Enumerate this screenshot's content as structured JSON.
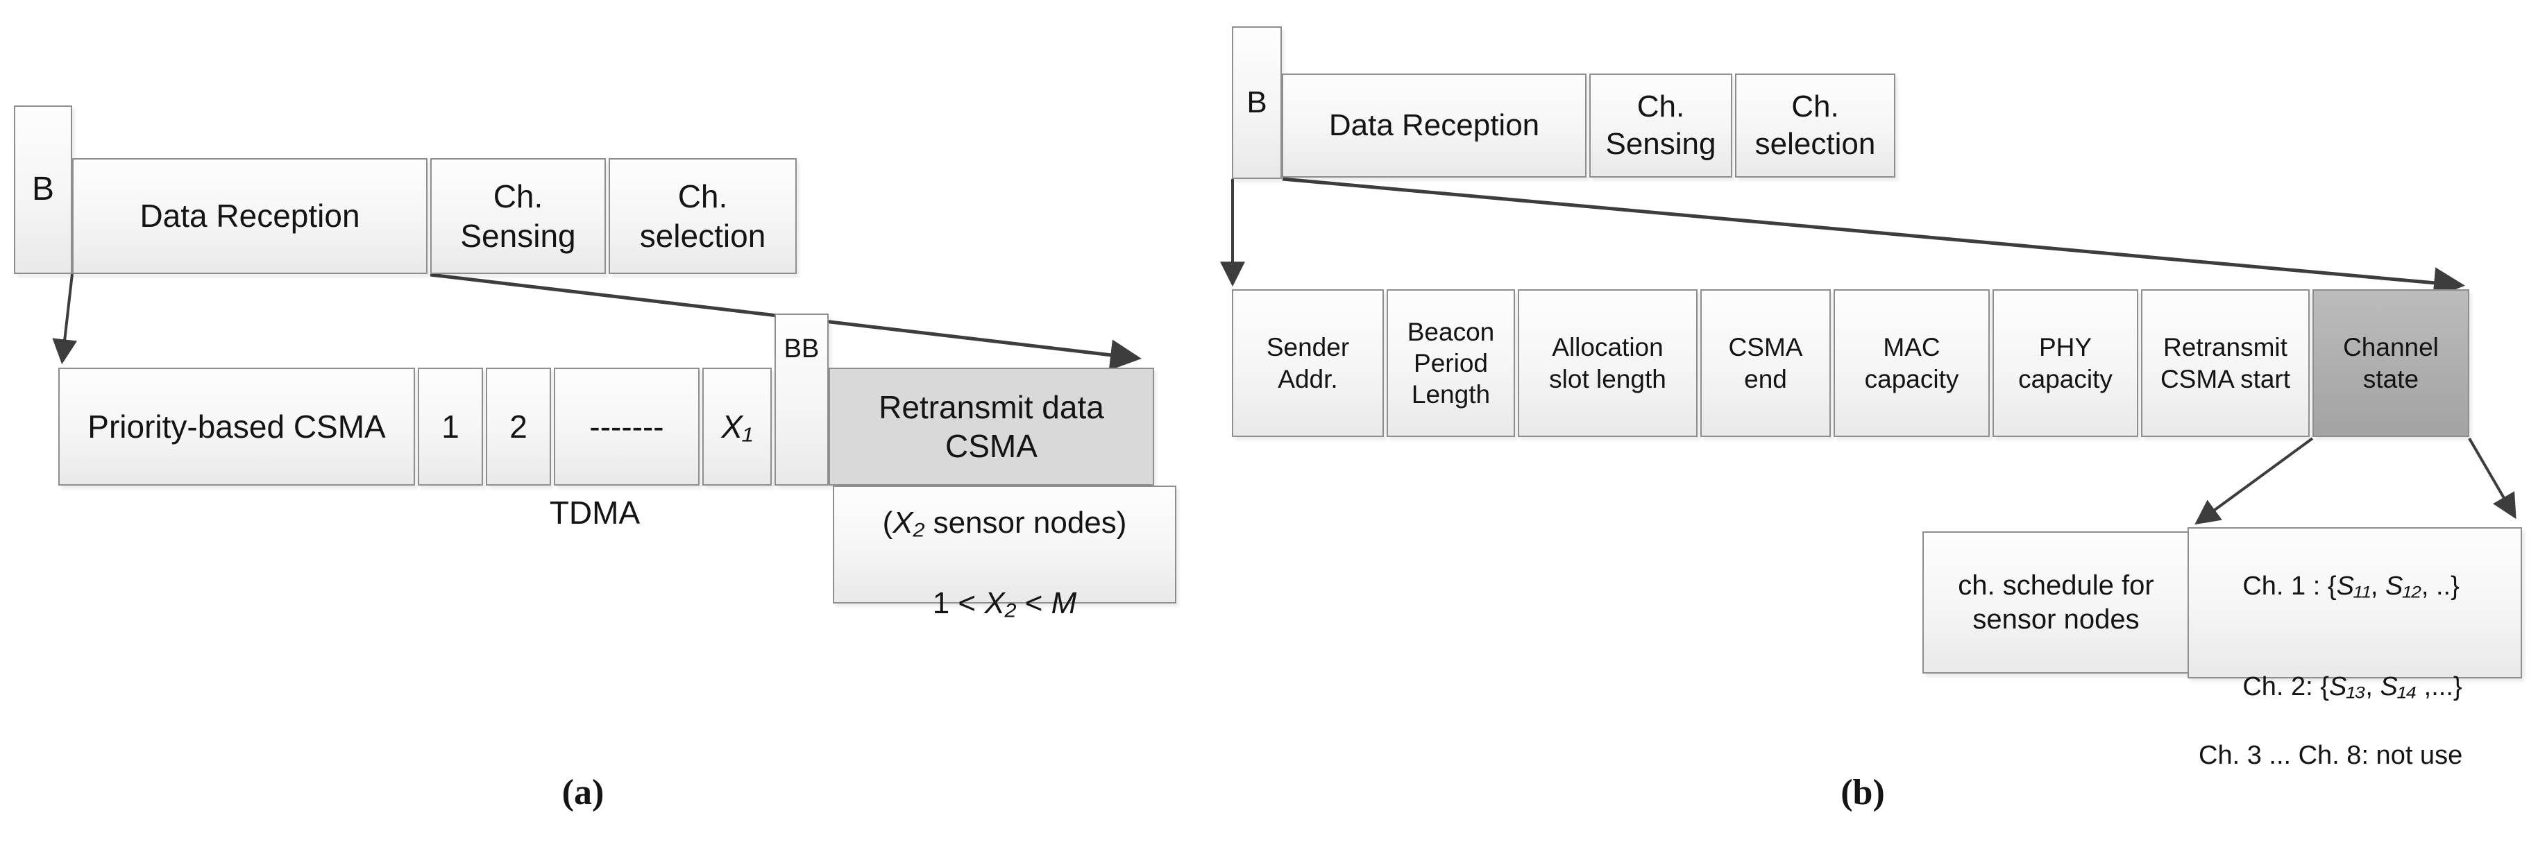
{
  "figure": {
    "label_a": "(a)",
    "label_b": "(b)",
    "colors": {
      "cell_fill_top": "#fdfdfd",
      "cell_fill_bottom": "#e9e9e9",
      "shaded_light": "#d9d9d9",
      "shaded_dark": "#aeaeae",
      "border": "#8e8e8e",
      "arrow": "#3d3d3d",
      "text": "#141414"
    }
  },
  "a": {
    "beacon_label": "B",
    "top_row": {
      "cells": [
        {
          "label": "Data Reception"
        },
        {
          "label": "Ch.\nSensing"
        },
        {
          "label": "Ch.\nselection"
        }
      ]
    },
    "bottom_row": {
      "cells": [
        {
          "label": "Priority-based CSMA"
        },
        {
          "label": "1"
        },
        {
          "label": "2"
        },
        {
          "label": "-------"
        },
        {
          "label": "X₁"
        }
      ]
    },
    "bb_label": "BB",
    "retransmit_label": "Retransmit data\nCSMA",
    "tdma_label": "TDMA",
    "x2_box": {
      "line1": {
        "pre": "(",
        "x": "X₂",
        "post": " sensor nodes)"
      },
      "line2": {
        "pre": "1 < ",
        "x": "X₂",
        "mid": " < ",
        "m": "M"
      }
    }
  },
  "b": {
    "beacon_label": "B",
    "top_row": {
      "cells": [
        {
          "label": "Data Reception"
        },
        {
          "label": "Ch.\nSensing"
        },
        {
          "label": "Ch.\nselection"
        }
      ]
    },
    "bottom_row": {
      "cells": [
        {
          "label": "Sender\nAddr."
        },
        {
          "label": "Beacon\nPeriod\nLength"
        },
        {
          "label": "Allocation\nslot length"
        },
        {
          "label": "CSMA\nend"
        },
        {
          "label": "MAC\ncapacity"
        },
        {
          "label": "PHY\ncapacity"
        },
        {
          "label": "Retransmit\nCSMA start"
        },
        {
          "label": "Channel\nstate"
        }
      ]
    },
    "schedule_note": "ch. schedule for\nsensor nodes",
    "channel_list": {
      "ch1": {
        "pre": "Ch. 1 : {",
        "s1": "S₁₁",
        "mid": ", ",
        "s2": "S₁₂",
        "post": ", ..}"
      },
      "ch2": {
        "pre": "Ch. 2: {",
        "s1": "S₁₃",
        "mid": ", ",
        "s2": "S₁₄",
        "post": " ,...}"
      },
      "ch3": {
        "text": "Ch. 3 ... Ch. 8: not use"
      }
    }
  }
}
